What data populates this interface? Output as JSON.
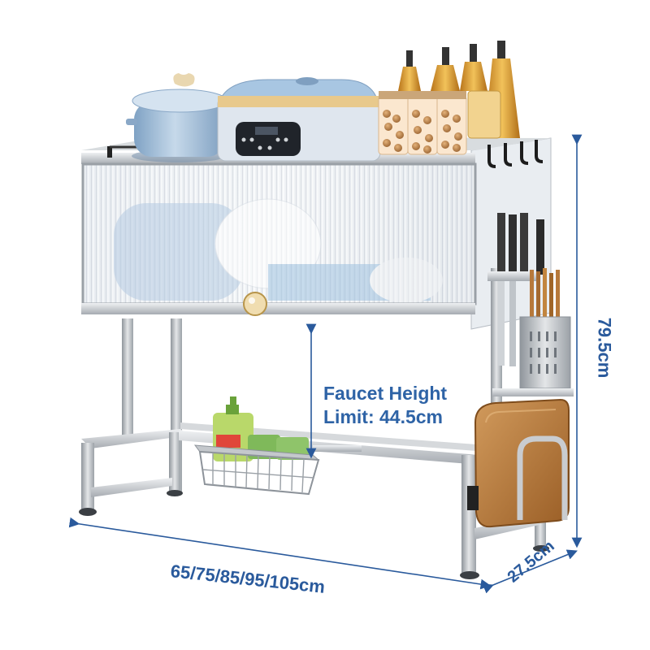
{
  "annotations": {
    "faucet_line1": "Faucet Height",
    "faucet_line2": "Limit: 44.5cm",
    "width": "65/75/85/95/105cm",
    "height": "79.5cm",
    "depth": "27.5cm"
  },
  "colors": {
    "dimension_blue": "#2a5a9c",
    "steel": "#c9ccd0",
    "steel_dark": "#9aa0a6",
    "pot_blue": "#a9c3dc",
    "board_wood": "#b7793b",
    "bottle_oil": "#d79a2a"
  }
}
